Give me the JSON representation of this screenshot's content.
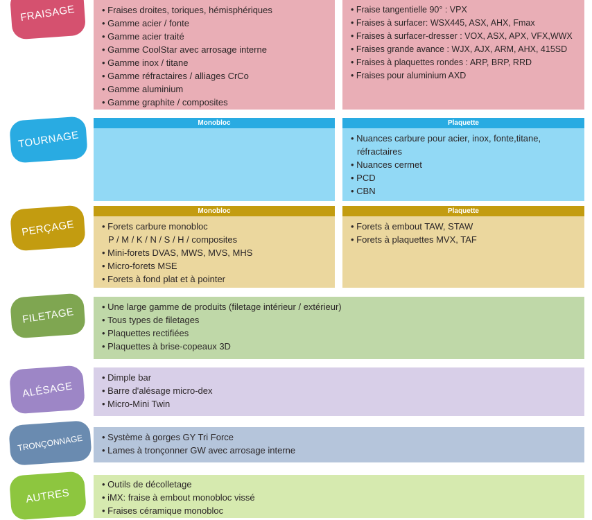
{
  "categories": [
    {
      "label": "FRAISAGE",
      "label_color": "#d5516f",
      "body_color": "#e9aeb6",
      "columns": [
        {
          "items": [
            "Fraises droites, toriques, hémisphériques",
            "Gamme acier / fonte",
            "Gamme acier traité",
            "Gamme CoolStar avec arrosage interne",
            "Gamme inox / titane",
            "Gamme réfractaires / alliages CrCo",
            "Gamme aluminium",
            "Gamme graphite / composites"
          ]
        },
        {
          "items": [
            "Fraise tangentielle 90° : VPX",
            "Fraises à surfacer: WSX445, ASX, AHX, Fmax",
            "Fraises à surfacer-dresser : VOX, ASX, APX, VFX,WWX",
            "Fraises grande avance : WJX, AJX, ARM, AHX, 415SD",
            "Fraises à plaquettes rondes : ARP, BRP, RRD",
            "Fraises pour aluminium AXD"
          ]
        }
      ]
    },
    {
      "label": "TOURNAGE",
      "label_color": "#29abe2",
      "header_color": "#29abe2",
      "body_color": "#92d9f5",
      "columns": [
        {
          "header": "Monobloc",
          "items": []
        },
        {
          "header": "Plaquette",
          "items": [
            "Nuances carbure pour acier, inox, fonte,titane,\nréfractaires",
            "Nuances cermet",
            "PCD",
            "CBN"
          ]
        }
      ]
    },
    {
      "label": "PERÇAGE",
      "label_color": "#c39c10",
      "header_color": "#c39c10",
      "body_color": "#ebd79e",
      "columns": [
        {
          "header": "Monobloc",
          "items": [
            "Forets carbure monobloc\nP / M / K / N / S / H / composites",
            "Mini-forets DVAS, MWS, MVS, MHS",
            "Micro-forets MSE",
            "Forets à fond plat et à pointer"
          ]
        },
        {
          "header": "Plaquette",
          "items": [
            "Forets à embout TAW, STAW",
            "Forets à plaquettes MVX, TAF"
          ]
        }
      ]
    },
    {
      "label": "FILETAGE",
      "label_color": "#7fa651",
      "body_color": "#bfd8a8",
      "columns": [
        {
          "items": [
            "Une large gamme de produits (filetage intérieur / extérieur)",
            "Tous types de filetages",
            "Plaquettes rectifiées",
            "Plaquettes à brise-copeaux 3D"
          ]
        }
      ]
    },
    {
      "label": "ALÉSAGE",
      "label_color": "#9d86c6",
      "body_color": "#d8cfe8",
      "columns": [
        {
          "items": [
            "Dimple bar",
            "Barre d'alésage micro-dex",
            "Micro-Mini Twin"
          ]
        }
      ]
    },
    {
      "label": "TRONÇONNAGE",
      "label_color": "#6a8bb0",
      "body_color": "#b5c5db",
      "columns": [
        {
          "items": [
            "Système à gorges GY Tri Force",
            "Lames à tronçonner GW avec arrosage interne"
          ]
        }
      ]
    },
    {
      "label": "AUTRES",
      "label_color": "#8dc63f",
      "body_color": "#d6eaaf",
      "columns": [
        {
          "items": [
            "Outils de décolletage",
            "iMX: fraise à embout monobloc vissé",
            "Fraises céramique monobloc"
          ]
        }
      ]
    }
  ]
}
